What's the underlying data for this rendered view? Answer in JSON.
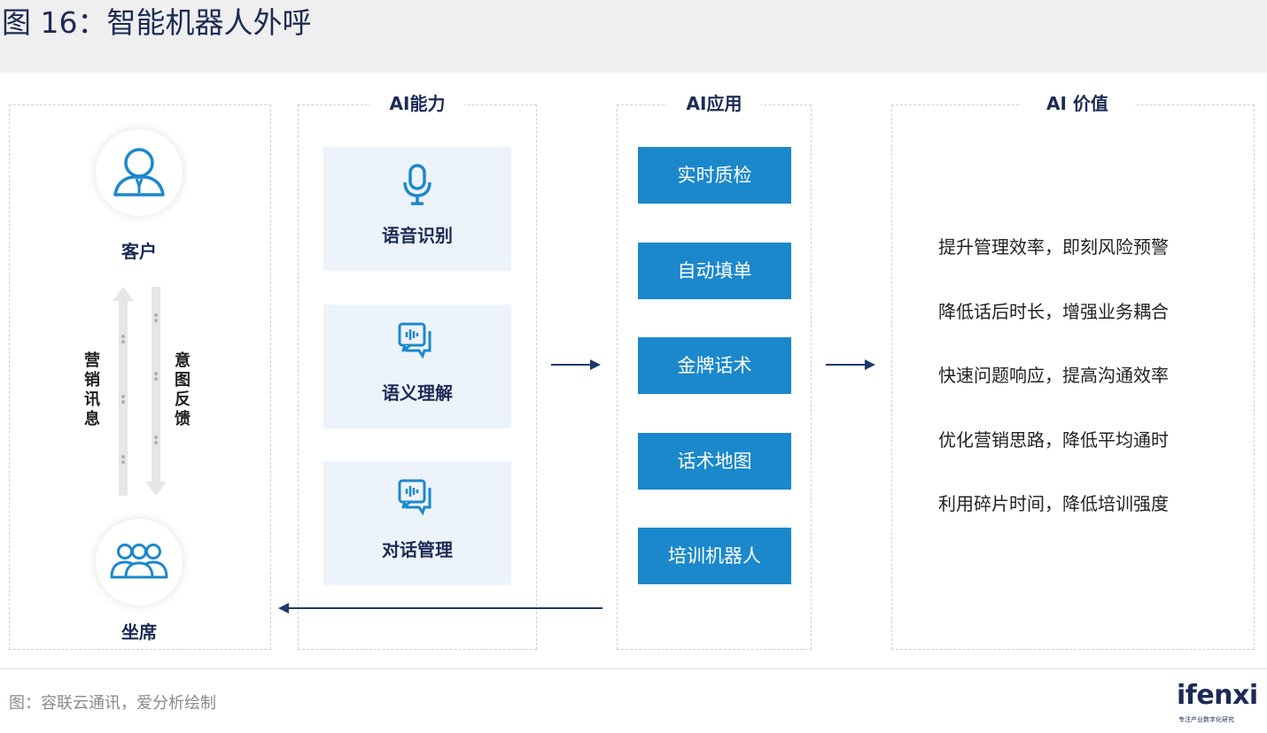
{
  "title": "图 16：智能机器人外呼",
  "panels": {
    "ability_title": "AI能力",
    "application_title": "AI应用",
    "value_title": "AI 价值"
  },
  "customer_panel": {
    "customer_label": "客户",
    "agent_label": "坐席",
    "marketing_text": "营销讯息",
    "feedback_text": "意图反馈",
    "customer_icon": "user-icon",
    "agent_icon": "group-icon"
  },
  "abilities": [
    {
      "label": "语音识别",
      "icon": "microphone-icon"
    },
    {
      "label": "语义理解",
      "icon": "chat-wave-icon"
    },
    {
      "label": "对话管理",
      "icon": "chat-wave-icon"
    }
  ],
  "applications": [
    {
      "label": "实时质检"
    },
    {
      "label": "自动填单"
    },
    {
      "label": "金牌话术"
    },
    {
      "label": "话术地图"
    },
    {
      "label": "培训机器人"
    }
  ],
  "values": [
    "提升管理效率，即刻风险预警",
    "降低话后时长，增强业务耦合",
    "快速问题响应，提高沟通效率",
    "优化营销思路，降低平均通时",
    "利用碎片时间，降低培训强度"
  ],
  "footer": {
    "source": "图：容联云通讯，爱分析绘制",
    "logo": "ifenxi",
    "logo_sub": "专注产业数字化研究"
  },
  "colors": {
    "accent_blue": "#1b88cc",
    "navy": "#1c2b56",
    "card_bg": "#edf3fa"
  }
}
